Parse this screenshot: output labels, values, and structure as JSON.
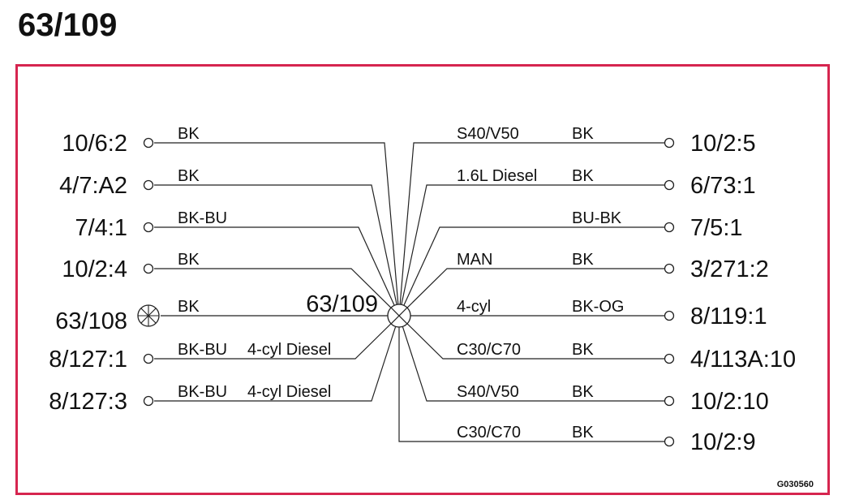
{
  "title": "63/109",
  "colors": {
    "frame": "#d6254f",
    "line": "#222222",
    "text": "#111111"
  },
  "center": {
    "label": "63/109",
    "symbol": "splice-circle-icon"
  },
  "left": [
    {
      "connector": "10/6:2",
      "color": "BK",
      "note": "",
      "terminal": "circle"
    },
    {
      "connector": "4/7:A2",
      "color": "BK",
      "note": "",
      "terminal": "circle"
    },
    {
      "connector": "7/4:1",
      "color": "BK-BU",
      "note": "",
      "terminal": "circle"
    },
    {
      "connector": "10/2:4",
      "color": "BK",
      "note": "",
      "terminal": "circle"
    },
    {
      "connector": "63/108",
      "color": "BK",
      "note": "",
      "terminal": "splice"
    },
    {
      "connector": "8/127:1",
      "color": "BK-BU",
      "note": "4-cyl Diesel",
      "terminal": "circle"
    },
    {
      "connector": "8/127:3",
      "color": "BK-BU",
      "note": "4-cyl Diesel",
      "terminal": "circle"
    }
  ],
  "right": [
    {
      "connector": "10/2:5",
      "color": "BK",
      "note": "S40/V50"
    },
    {
      "connector": "6/73:1",
      "color": "BK",
      "note": "1.6L Diesel"
    },
    {
      "connector": "7/5:1",
      "color": "BU-BK",
      "note": ""
    },
    {
      "connector": "3/271:2",
      "color": "BK",
      "note": "MAN"
    },
    {
      "connector": "8/119:1",
      "color": "BK-OG",
      "note": "4-cyl"
    },
    {
      "connector": "4/113A:10",
      "color": "BK",
      "note": "C30/C70"
    },
    {
      "connector": "10/2:10",
      "color": "BK",
      "note": "S40/V50"
    },
    {
      "connector": "10/2:9",
      "color": "BK",
      "note": "C30/C70"
    }
  ],
  "figure_code": "G030560"
}
